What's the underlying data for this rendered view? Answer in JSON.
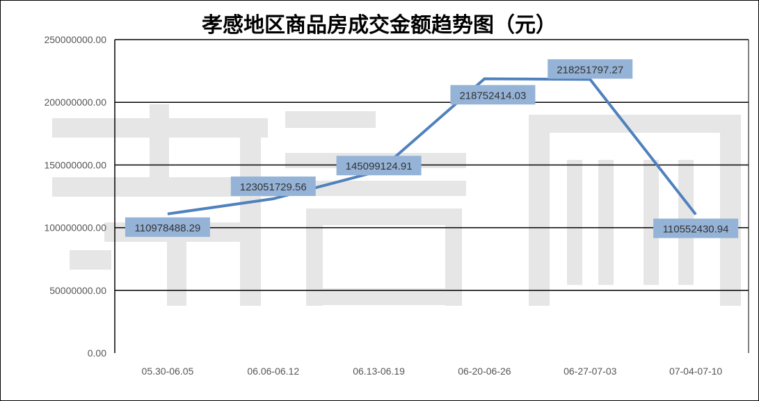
{
  "chart_data": {
    "type": "line",
    "title": "孝感地区商品房成交金额趋势图（元）",
    "watermark": "孝信网",
    "xlabel": "",
    "ylabel": "",
    "categories": [
      "05.30-06.05",
      "06.06-06.12",
      "06.13-06.19",
      "06-20-06-26",
      "06-27-07-03",
      "07-04-07-10"
    ],
    "values": [
      110978488.29,
      123051729.56,
      145099124.91,
      218752414.03,
      218251797.27,
      110552430.94
    ],
    "value_labels": [
      "110978488.29",
      "123051729.56",
      "145099124.91",
      "218752414.03",
      "218251797.27",
      "110552430.94"
    ],
    "ylim": [
      0,
      250000000
    ],
    "yticks": [
      0,
      50000000,
      100000000,
      150000000,
      200000000,
      250000000
    ],
    "ytick_labels": [
      "0.00",
      "50000000.00",
      "100000000.00",
      "150000000.00",
      "200000000.00",
      "250000000.00"
    ],
    "grid": true,
    "legend": "none",
    "colors": {
      "line": "#4f81bd",
      "label_bg": "#95b3d7",
      "watermark": "#e6e6e6"
    }
  }
}
